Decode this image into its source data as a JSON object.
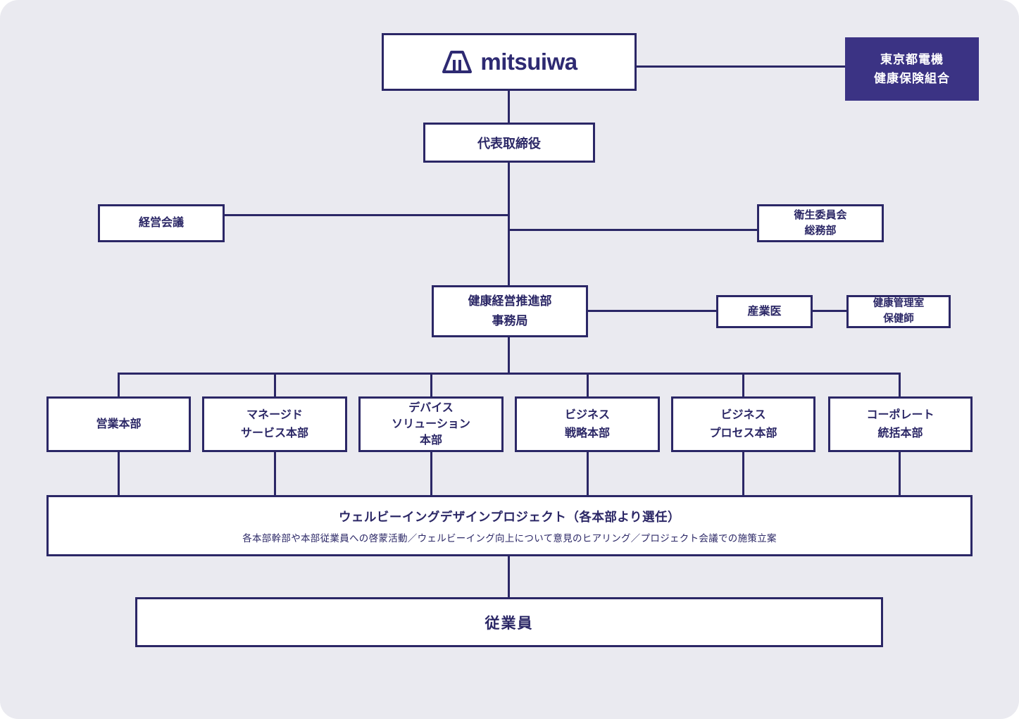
{
  "colors": {
    "line": "#2b2766",
    "boxbg": "#ffffff",
    "canvasbg": "#eaeaf0",
    "darkbg": "#3b3384",
    "text": "#2b2766",
    "logo": "#2e2a72"
  },
  "logo": {
    "text": "mitsuiwa"
  },
  "nodes": {
    "insurance": {
      "line1": "東京都電機",
      "line2": "健康保険組合"
    },
    "ceo": {
      "label": "代表取締役"
    },
    "management_meeting": {
      "label": "経営会議"
    },
    "hygiene_committee": {
      "line1": "衛生委員会",
      "line2": "総務部"
    },
    "health_promotion": {
      "line1": "健康経営推進部",
      "line2": "事務局"
    },
    "occupational_physician": {
      "label": "産業医"
    },
    "health_office": {
      "line1": "健康管理室",
      "line2": "保健師"
    },
    "divisions": [
      {
        "line1": "営業本部"
      },
      {
        "line1": "マネージド",
        "line2": "サービス本部"
      },
      {
        "line1": "デバイス",
        "line2": "ソリューション",
        "line3": "本部"
      },
      {
        "line1": "ビジネス",
        "line2": "戦略本部"
      },
      {
        "line1": "ビジネス",
        "line2": "プロセス本部"
      },
      {
        "line1": "コーポレート",
        "line2": "統括本部"
      }
    ],
    "project": {
      "title": "ウェルビーイングデザインプロジェクト（各本部より選任）",
      "subtitle": "各本部幹部や本部従業員への啓蒙活動／ウェルビーイング向上について意見のヒアリング／プロジェクト会議での施策立案"
    },
    "employees": {
      "label": "従業員"
    }
  }
}
